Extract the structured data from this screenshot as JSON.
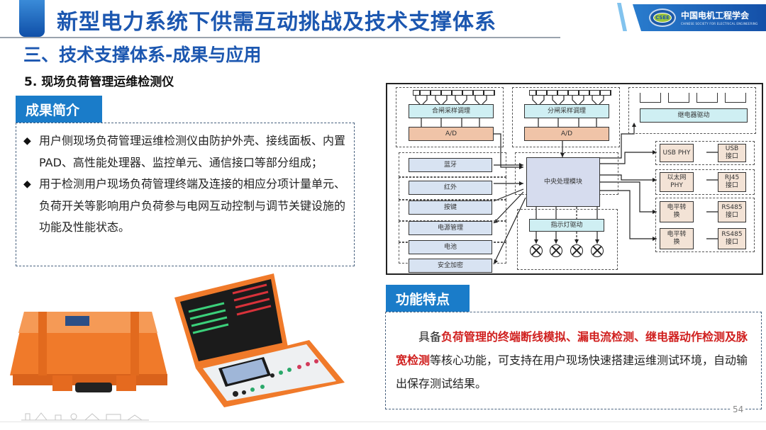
{
  "header": {
    "title": "新型电力系统下供需互动挑战及技术支撑体系",
    "org_name_cn": "中国电机工程学会",
    "org_name_en": "CHINESE SOCIETY FOR ELECTRICAL ENGINEERING",
    "org_emblem_text": "CSEE"
  },
  "section_title": "三、技术支撑体系-成果与应用",
  "subsection_title": "5. 现场负荷管理运维检测仪",
  "intro": {
    "tag": "成果简介",
    "bullets": [
      "用户侧现场负荷管理运维检测仪由防护外壳、接线面板、内置PAD、高性能处理器、监控单元、通信接口等部分组成；",
      "用于检测用户现场负荷管理终端及连接的相应分项计量单元、负荷开关等影响用户负荷参与电网互动控制与调节关键设施的功能及性能状态。"
    ],
    "bullet_symbol": "◆"
  },
  "diagram": {
    "close_sampling": "合闸采样调理",
    "open_sampling": "分闸采样调理",
    "ad_label": "A/D",
    "relay_driver": "继电器驱动",
    "cpu": "中央处理模块",
    "indicator_driver": "指示灯驱动",
    "left_modules": [
      "蓝牙",
      "红外",
      "按键",
      "电源管理",
      "电池",
      "安全加密"
    ],
    "usb_phy": "USB PHY",
    "usb_port": "USB\n接口",
    "eth_phy": "以太网\nPHY",
    "rj45_port": "RJ45\n接口",
    "level_conv": "电平转\n换",
    "rs485_port": "RS485\n接口"
  },
  "features": {
    "tag": "功能特点",
    "text_prefix": "具备",
    "text_highlight": "负荷管理的终端断线模拟、漏电流检测、继电器动作检测及脉宽检测",
    "text_suffix": "等核心功能，可支持在用户现场快速搭建运维测试环境，自动输出保存测试结果。",
    "highlight_color": "#d0201f"
  },
  "page_number": "54",
  "colors": {
    "brand_blue": "#1c57b0",
    "tag_blue": "#1a7cc9",
    "case_orange": "#f07a2a"
  }
}
